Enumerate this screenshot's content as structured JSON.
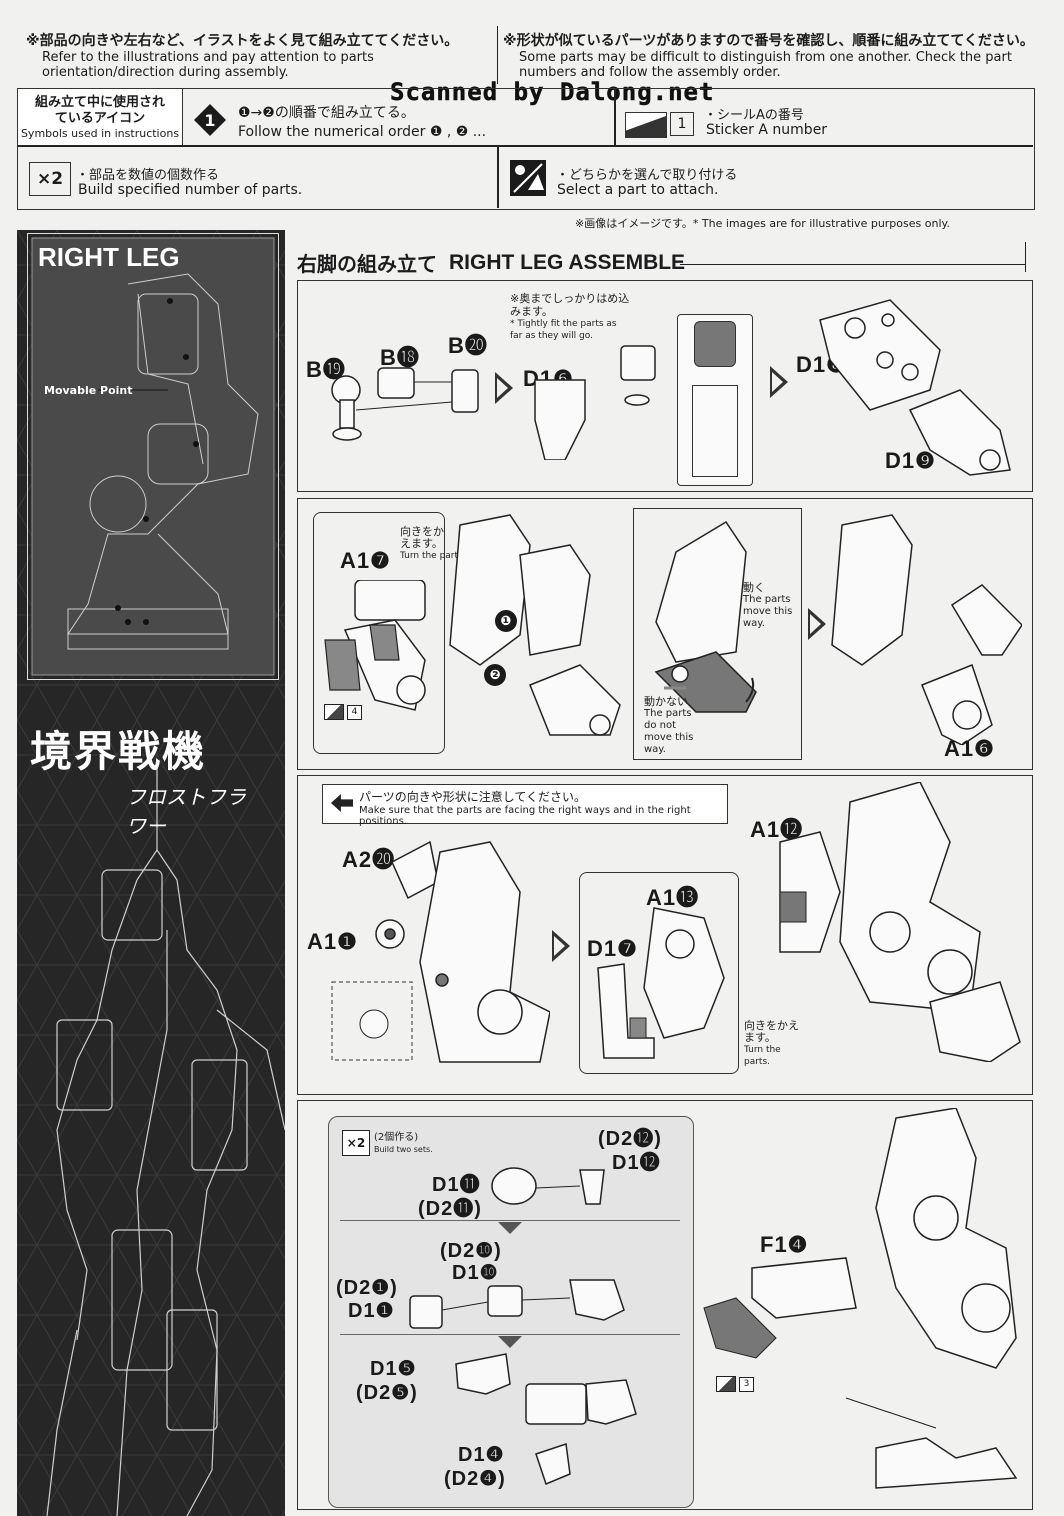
{
  "header": {
    "left_jp": "※部品の向きや左右など、イラストをよく見て組み立ててください。",
    "left_en": "Refer to the illustrations and pay attention to parts orientation/direction during assembly.",
    "right_jp": "※形状が似ているパーツがありますので番号を確認し、順番に組み立ててください。",
    "right_en": "Some parts may be difficult to distinguish from one another. Check the part numbers and follow the assembly order.",
    "watermark": "Scanned by Dalong.net"
  },
  "symbols": {
    "title_jp": "組み立て中に使用されているアイコン",
    "title_en": "Symbols used in instructions",
    "order_icon": "1",
    "order_jp": "❶→❷の順番で組み立てる。",
    "order_en": "Follow the numerical order ❶ , ❷ ...",
    "sticker_num": "1",
    "sticker_jp": "・シールAの番号",
    "sticker_en": "Sticker A number",
    "multiply_icon": "×2",
    "multiply_jp": "・部品を数値の個数作る",
    "multiply_en": "Build specified number of parts.",
    "select_jp": "・どちらかを選んで取り付ける",
    "select_en": "Select a part to attach."
  },
  "disclaimer": "※画像はイメージです。* The images are for illustrative purposes only.",
  "sidebar": {
    "title": "RIGHT LEG",
    "movable": "Movable Point",
    "logo_jp_1": "境界戦機",
    "logo_jp_2": "フロストフラワー"
  },
  "section": {
    "title_jp": "右脚の組み立て",
    "title_en": "RIGHT LEG ASSEMBLE"
  },
  "step1": {
    "b19": "B⓳",
    "b18": "B⓲",
    "b20": "B⓴",
    "d16": "D1❻",
    "note_jp": "※奥までしっかりはめ込みます。",
    "note_en": "* Tightly fit the parts as far as they will go.",
    "d18": "D1❽",
    "d19": "D1❾"
  },
  "step2": {
    "a17": "A1❼",
    "turn_jp": "向きをかえます。",
    "turn_en": "Turn the parts.",
    "order1": "❶",
    "order2": "❷",
    "sticker4": "4",
    "move_jp": "動く",
    "move_en": "The parts move this way.",
    "nomove_jp": "動かない",
    "nomove_en": "The parts do not move this way.",
    "a16": "A1❻"
  },
  "step3": {
    "caution_jp": "パーツの向きや形状に注意してください。",
    "caution_en": "Make sure that the parts are facing the right ways and in the right positions.",
    "a220": "A2⓴",
    "a11": "A1❶",
    "a113": "A1⓭",
    "d17": "D1❼",
    "a112": "A1⓬",
    "turn_jp": "向きをかえます。",
    "turn_en": "Turn the parts."
  },
  "step4": {
    "multiply": "×2",
    "build_jp": "(2個作る)",
    "build_en": "Build two sets.",
    "d212": "(D2⓬)",
    "d112": "D1⓬",
    "d111": "D1⓫",
    "d211": "(D2⓫)",
    "d210": "(D2❿)",
    "d110": "D1❿",
    "d21": "(D2❶)",
    "d11": "D1❶",
    "d15": "D1❺",
    "d25": "(D2❺)",
    "d14": "D1❹",
    "d24": "(D2❹)",
    "f14": "F1❹",
    "sticker3": "3"
  }
}
